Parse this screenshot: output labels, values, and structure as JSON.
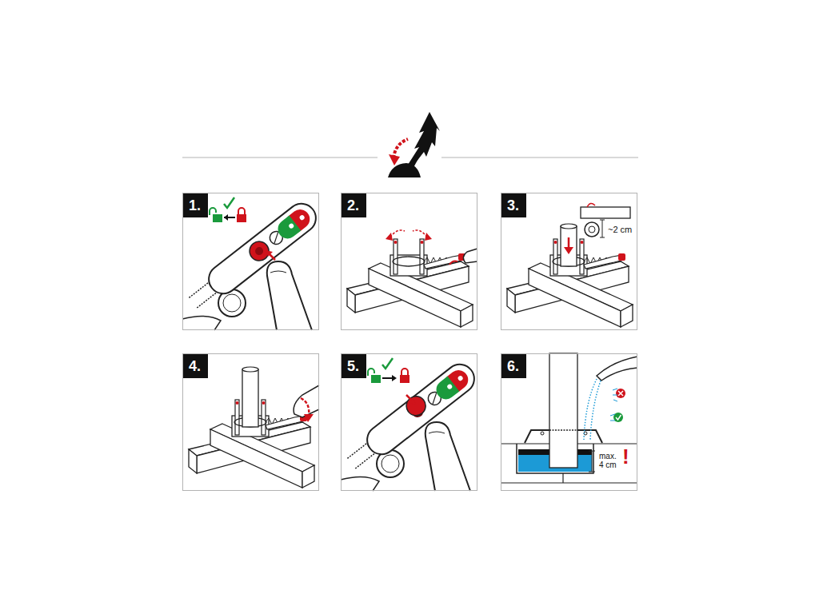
{
  "diagram": {
    "nodes": [
      {
        "text": [
          "1."
        ]
      },
      {
        "text": [
          "2."
        ]
      },
      {
        "text": [
          "3.",
          "~2 cm"
        ]
      },
      {
        "text": [
          "4."
        ]
      },
      {
        "text": [
          "5."
        ]
      },
      {
        "text": [
          "6.",
          "max. 4 cm",
          "!"
        ]
      }
    ]
  }
}
